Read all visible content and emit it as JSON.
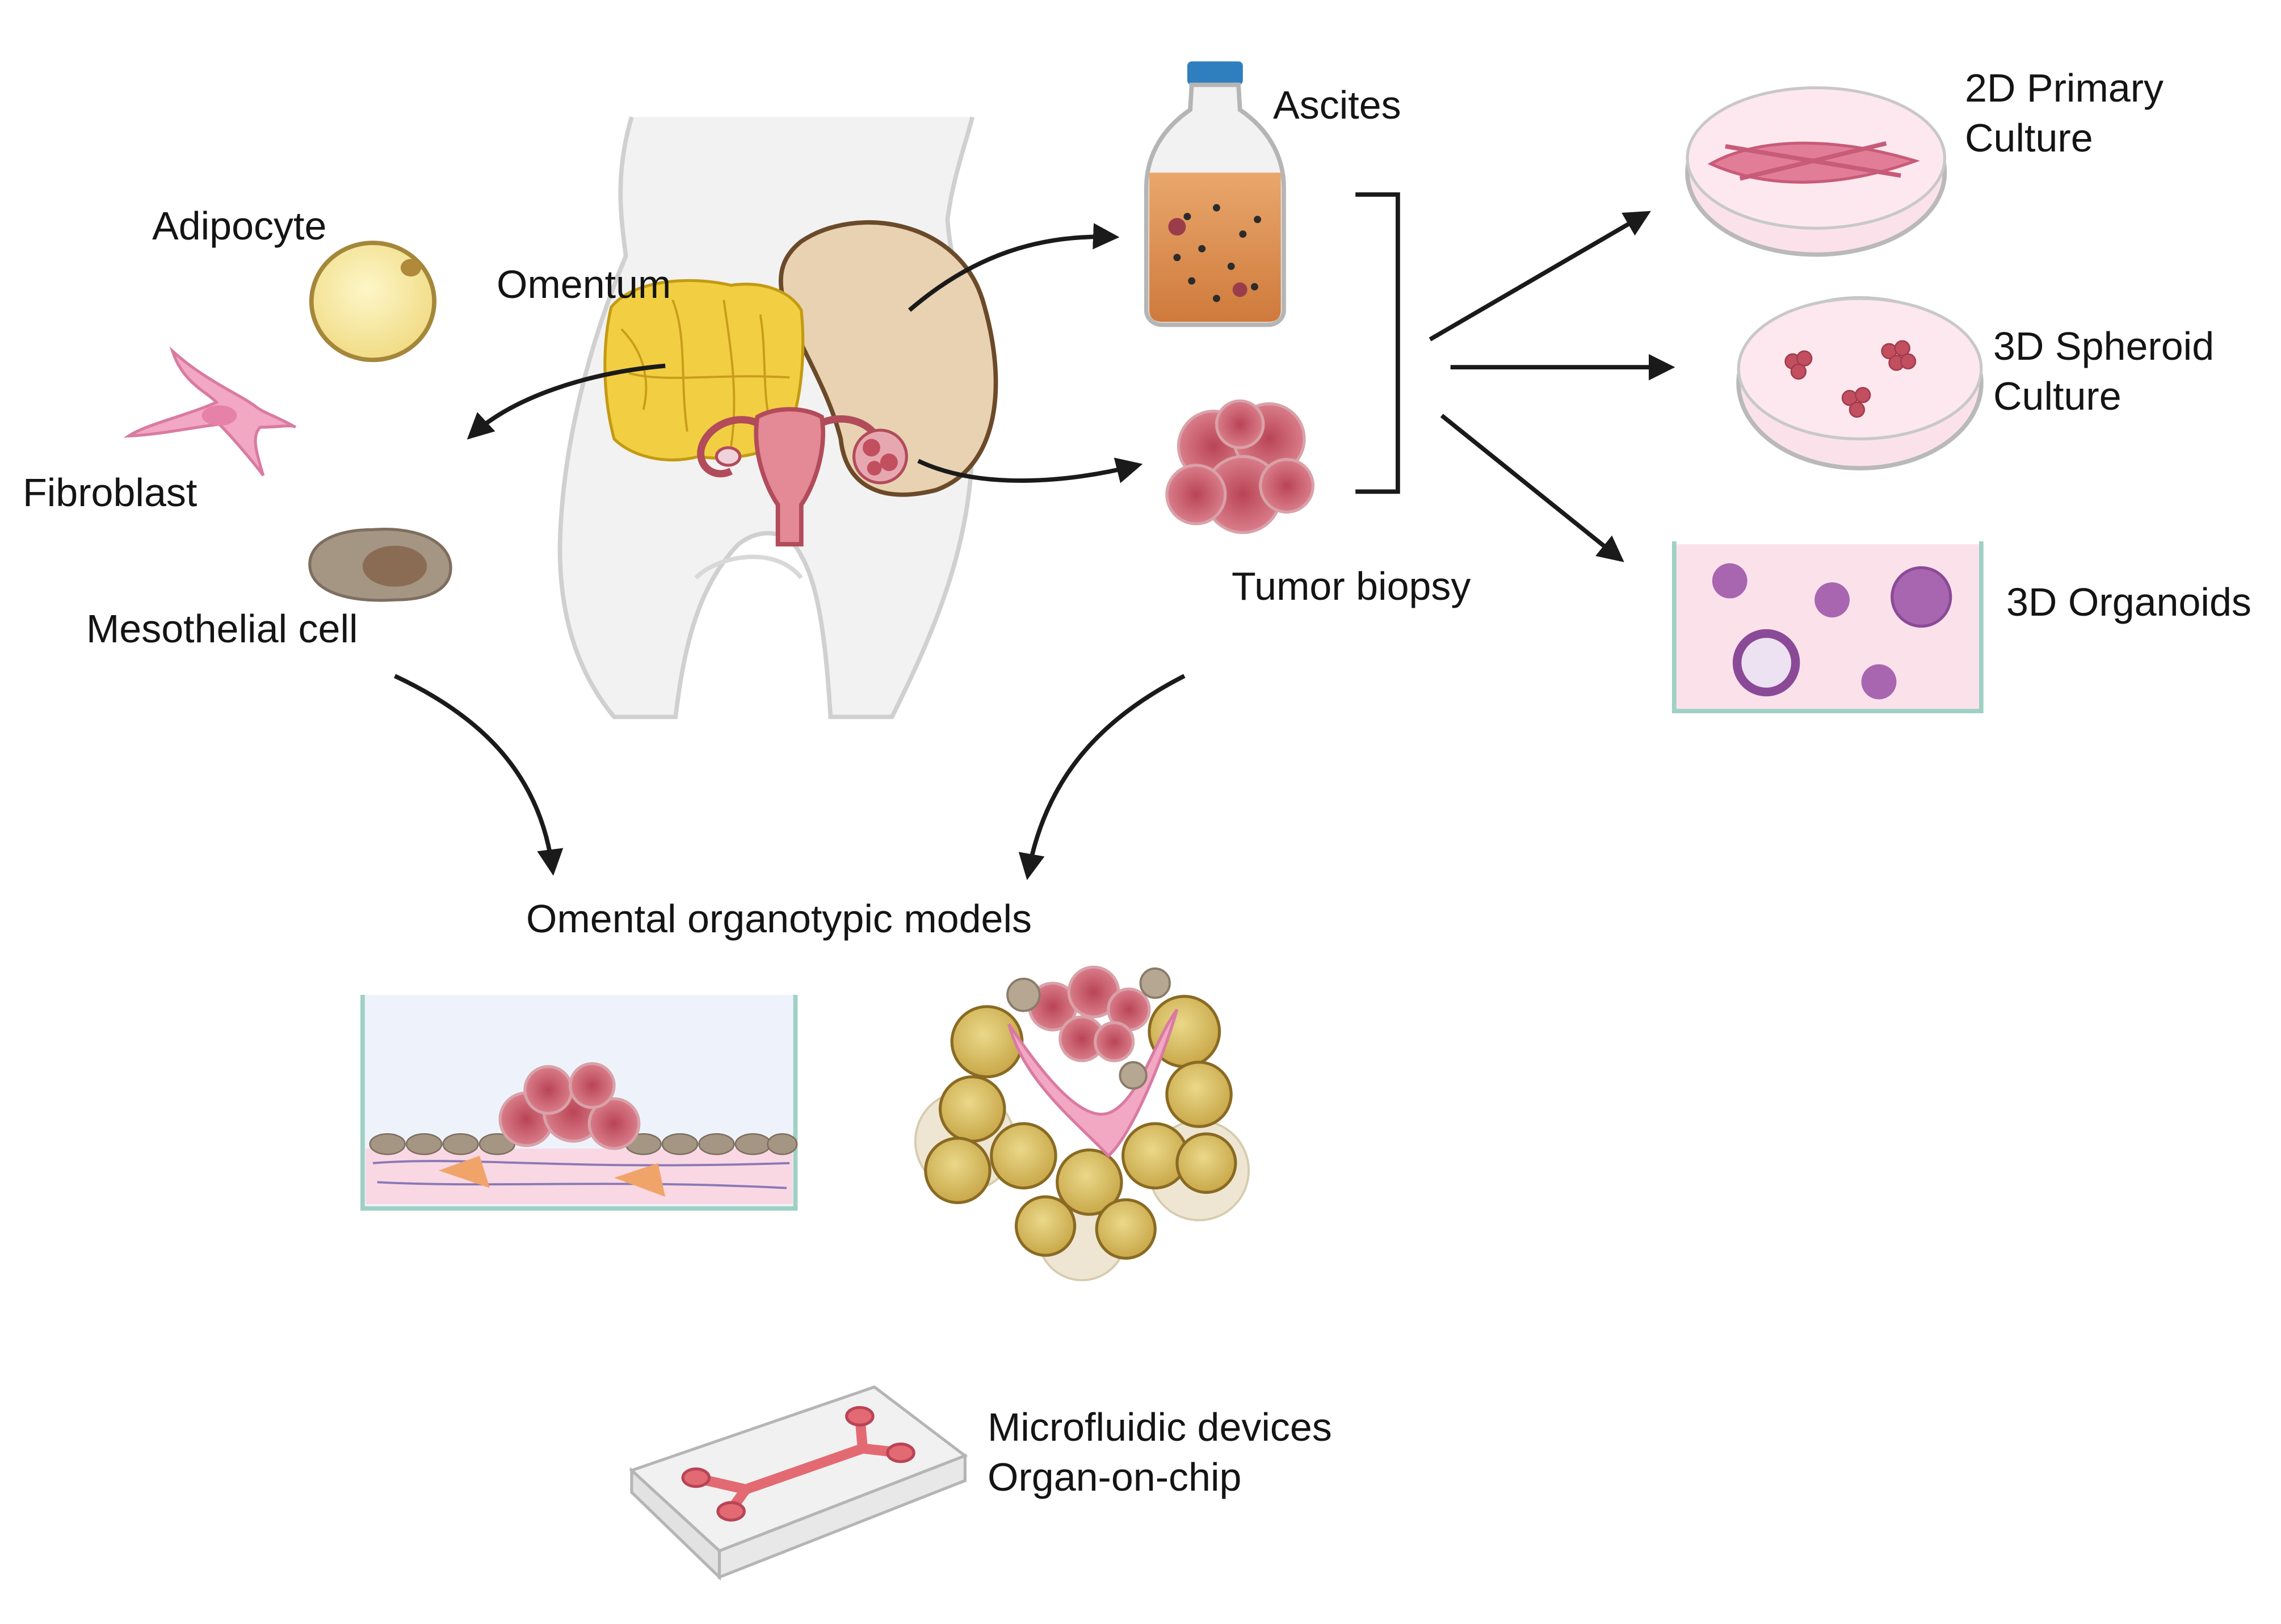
{
  "labels": {
    "adipocyte": "Adipocyte",
    "fibroblast": "Fibroblast",
    "mesothelial_cell": "Mesothelial cell",
    "omentum": "Omentum",
    "ascites": "Ascites",
    "tumor_biopsy": "Tumor biopsy",
    "culture_2d": [
      "2D Primary",
      "Culture"
    ],
    "spheroid_3d": [
      "3D Spheroid",
      "Culture"
    ],
    "organoids_3d": "3D Organoids",
    "omental_models": "Omental organotypic models",
    "microfluidic": [
      "Microfluidic devices",
      "Organ-on-chip"
    ]
  },
  "colors": {
    "arrow": "#1a1a1a",
    "body_outline": "#d2d2d2",
    "adipocyte_fill": "#f8eaa3",
    "omentum_fill": "#f2cf42",
    "peritoneum_fill": "#e8d2b2",
    "tumor_fill": "#c24f5f",
    "dish_fill": "#fbdde5",
    "fibroblast_fill": "#f2a7c3",
    "mesothelial_fill": "#a59583",
    "organoid_fill": "#a866b1"
  },
  "icons": [
    "adipocyte-icon",
    "fibroblast-icon",
    "mesothelial-cell-icon",
    "ascites-bottle-icon",
    "tumor-biopsy-icon",
    "petri-dish-2d-icon",
    "petri-dish-spheroid-icon",
    "organoid-well-icon",
    "organotypic-transwell-icon",
    "omental-explant-icon",
    "microfluidic-chip-icon",
    "torso-icon",
    "omentum-icon",
    "uterus-icon"
  ]
}
